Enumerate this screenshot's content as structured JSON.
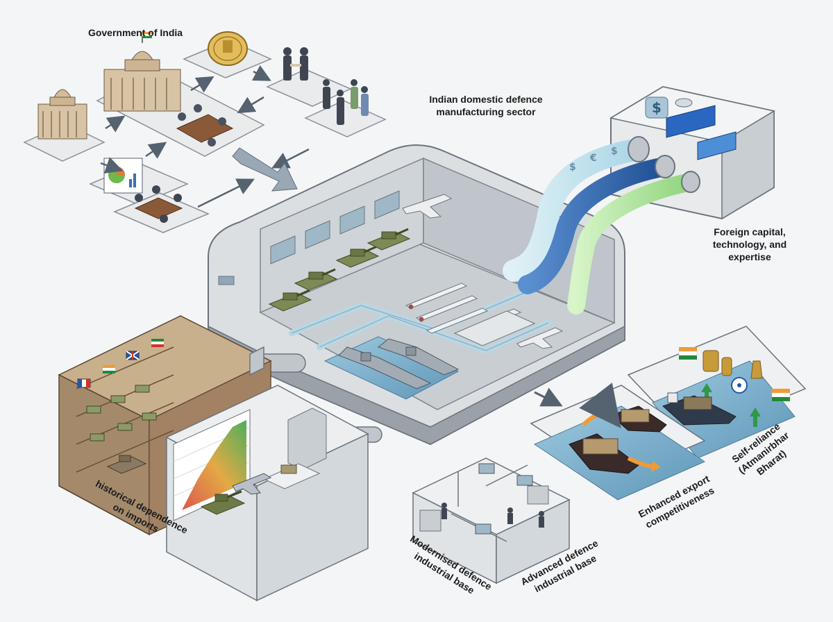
{
  "labels": {
    "government": "Government of India",
    "domestic": [
      "Indian domestic defence",
      "manufacturing sector"
    ],
    "foreign": [
      "Foreign capital,",
      "technology, and",
      "expertise"
    ],
    "historical": [
      "historical dependence",
      "on imports"
    ],
    "modernised": [
      "Modernised defence",
      "industrial base"
    ],
    "advanced": [
      "Advanced defence",
      "industrial base"
    ],
    "export": [
      "Enhanced export",
      "competitiveness"
    ],
    "selfreliance": [
      "Self-reliance",
      "(Atmanirbhar",
      "Bharat)"
    ]
  },
  "colors": {
    "background": "#f4f5f6",
    "building": "#dcdfe2",
    "building_dark": "#9aa1a8",
    "olive": "#7d8a55",
    "water": "#7fb3cf",
    "pipe_capital": "#bfe3ee",
    "pipe_tech": "#3d6fb3",
    "pipe_expertise": "#9fe08f",
    "warehouse": "#a48a6b",
    "chart_red": "#d9443a",
    "chart_green": "#3aa64a",
    "saffron": "#f29a33",
    "india_green": "#1f8a3a"
  },
  "icons": [
    "emblem-seal-icon",
    "handshake-icon",
    "meeting-table-icon",
    "pie-chart-icon",
    "tank-icon",
    "missile-icon",
    "jet-icon",
    "warship-icon",
    "cargo-ship-icon",
    "flag-icon",
    "trophy-icon",
    "chakra-icon",
    "growth-arrow-icon"
  ]
}
